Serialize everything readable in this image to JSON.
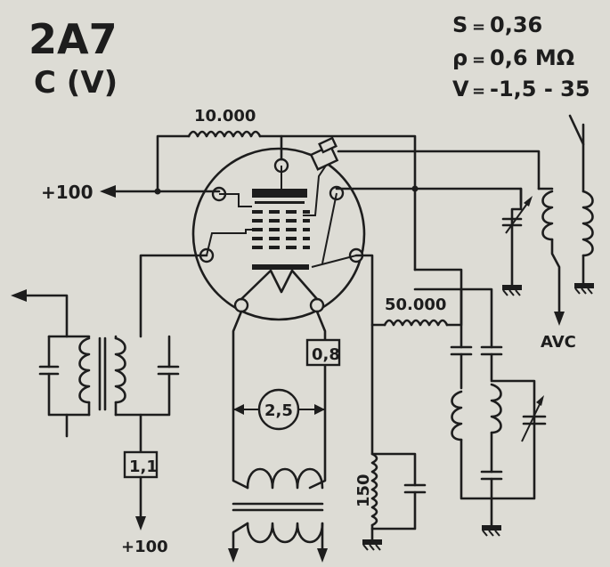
{
  "tube": {
    "type": "2A7",
    "base": "C (V)"
  },
  "specs": [
    {
      "sym": "S",
      "value": "0,36"
    },
    {
      "sym": "ρ",
      "value": "0,6 MΩ"
    },
    {
      "sym": "V",
      "value": "-1,5 - 35"
    }
  ],
  "labels": {
    "r_plate": "10.000",
    "r_grid": "50.000",
    "r_cathode": "150",
    "plus_left": "+100",
    "plus_bottom": "+100",
    "avc": "AVC",
    "heater_current": "0,8",
    "heater_voltage": "2,5",
    "screen_current": "1,1"
  }
}
